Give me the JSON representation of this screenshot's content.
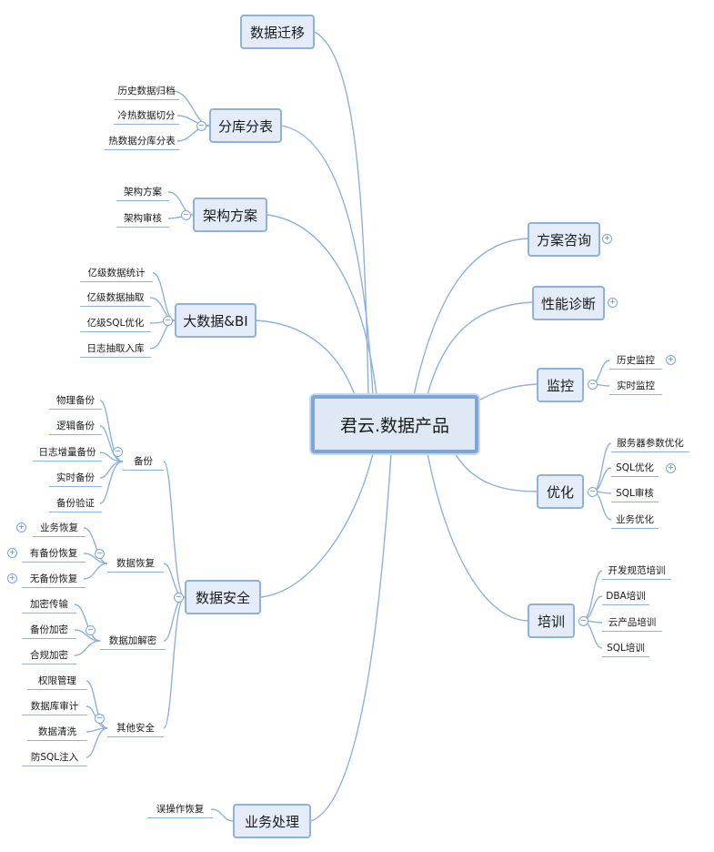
{
  "map": {
    "central": "君云.数据产品",
    "main": {
      "migration": "数据迁移",
      "sharding": "分库分表",
      "architecture": "架构方案",
      "bigdata": "大数据&BI",
      "security": "数据安全",
      "business": "业务处理",
      "consulting": "方案咨询",
      "diagnosis": "性能诊断",
      "monitor": "监控",
      "optimize": "优化",
      "training": "培训"
    },
    "sharding_items": [
      "历史数据归档",
      "冷热数据切分",
      "热数据分库分表"
    ],
    "architecture_items": [
      "架构方案",
      "架构审核"
    ],
    "bigdata_items": [
      "亿级数据统计",
      "亿级数据抽取",
      "亿级SQL优化",
      "日志抽取入库"
    ],
    "security_groups": {
      "backup": {
        "label": "备份",
        "items": [
          "物理备份",
          "逻辑备份",
          "日志增量备份",
          "实时备份",
          "备份验证"
        ]
      },
      "recovery": {
        "label": "数据恢复",
        "items": [
          "业务恢复",
          "有备份恢复",
          "无备份恢复"
        ]
      },
      "encryption": {
        "label": "数据加解密",
        "items": [
          "加密传输",
          "备份加密",
          "合规加密"
        ]
      },
      "other": {
        "label": "其他安全",
        "items": [
          "权限管理",
          "数据库审计",
          "数据清洗",
          "防SQL注入"
        ]
      }
    },
    "business_items": [
      "误操作恢复"
    ],
    "monitor_items": [
      "历史监控",
      "实时监控"
    ],
    "optimize_items": [
      "服务器参数优化",
      "SQL优化",
      "SQL审核",
      "业务优化"
    ],
    "training_items": [
      "开发规范培训",
      "DBA培训",
      "云产品培训",
      "SQL培训"
    ],
    "toggle_symbols": {
      "expand": "+",
      "collapse": "−"
    }
  }
}
